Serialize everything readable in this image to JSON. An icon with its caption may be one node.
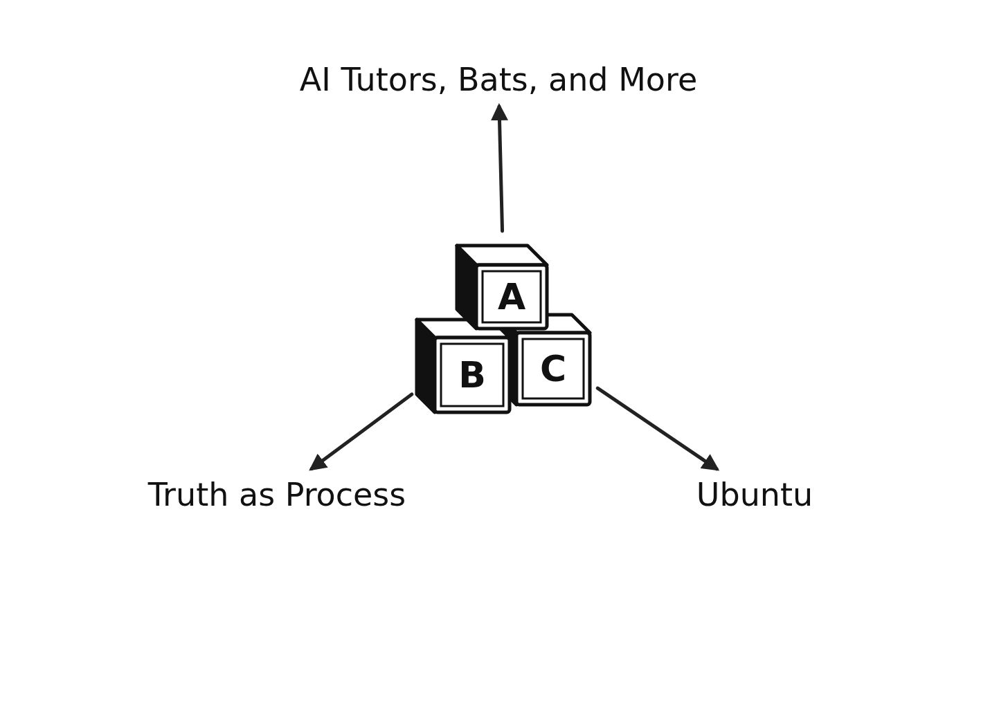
{
  "diagram": {
    "nodes": [
      {
        "text": [
          "A",
          "B",
          "C"
        ]
      },
      {
        "text": [
          "AI Tutors, Bats, and More"
        ]
      },
      {
        "text": [
          "Truth as Process"
        ]
      },
      {
        "text": [
          "Ubuntu"
        ]
      }
    ],
    "edges": [
      {
        "from": 0,
        "to": 1,
        "arrow": "to"
      },
      {
        "from": 0,
        "to": 2,
        "arrow": "to"
      },
      {
        "from": 0,
        "to": 3,
        "arrow": "to"
      }
    ]
  }
}
